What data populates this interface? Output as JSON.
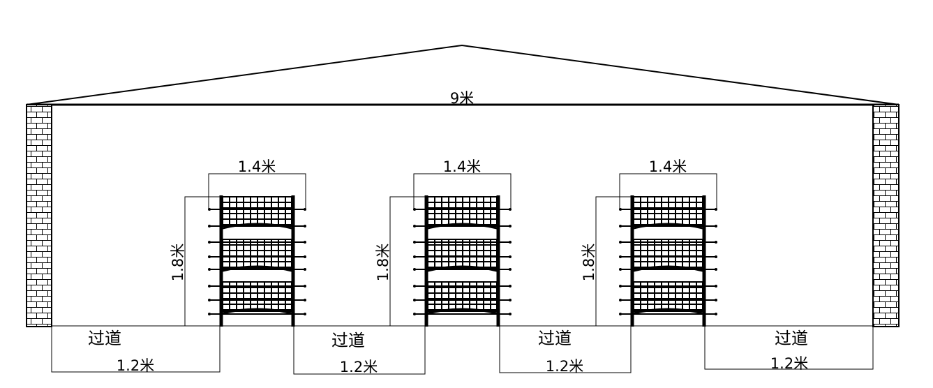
{
  "diagram": {
    "building_width_label": "9米",
    "cages": [
      {
        "width_label": "1.4米",
        "height_label": "1.8米"
      },
      {
        "width_label": "1.4米",
        "height_label": "1.8米"
      },
      {
        "width_label": "1.4米",
        "height_label": "1.8米"
      }
    ],
    "aisles": [
      {
        "name": "过道",
        "width_label": "1.2米"
      },
      {
        "name": "过道",
        "width_label": "1.2米"
      },
      {
        "name": "过道",
        "width_label": "1.2米"
      },
      {
        "name": "过道",
        "width_label": "1.2米"
      }
    ],
    "colors": {
      "line": "#000000",
      "background": "#ffffff"
    }
  }
}
